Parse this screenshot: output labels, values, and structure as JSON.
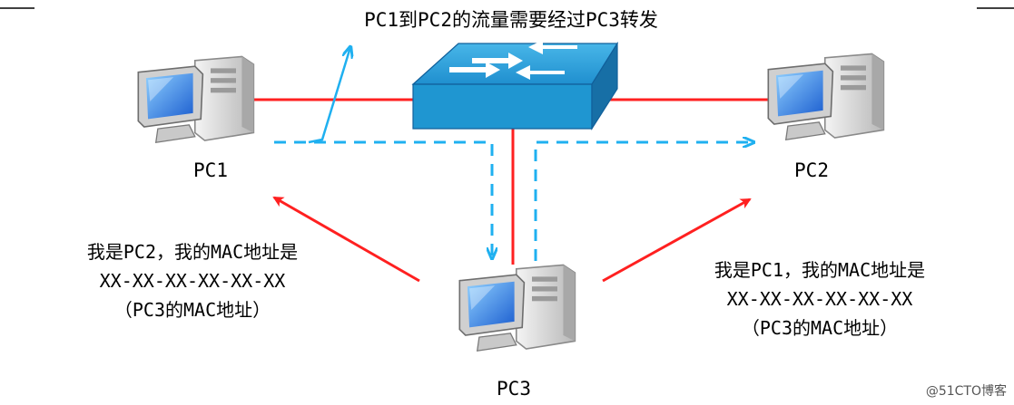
{
  "caption": "PC1到PC2的流量需要经过PC3转发",
  "nodes": {
    "pc1": "PC1",
    "pc2": "PC2",
    "pc3": "PC3"
  },
  "notes": {
    "left": [
      "我是PC2，我的MAC地址是",
      "XX-XX-XX-XX-XX-XX",
      "（PC3的MAC地址）"
    ],
    "right": [
      "我是PC1，我的MAC地址是",
      "XX-XX-XX-XX-XX-XX",
      "（PC3的MAC地址）"
    ]
  },
  "watermark": "@51CTO博客",
  "colors": {
    "link_red": "#ff2020",
    "traffic_blue": "#1fb0f0",
    "switch_body": "#1f96d1"
  },
  "icons": [
    "pc-icon",
    "switch-icon"
  ]
}
